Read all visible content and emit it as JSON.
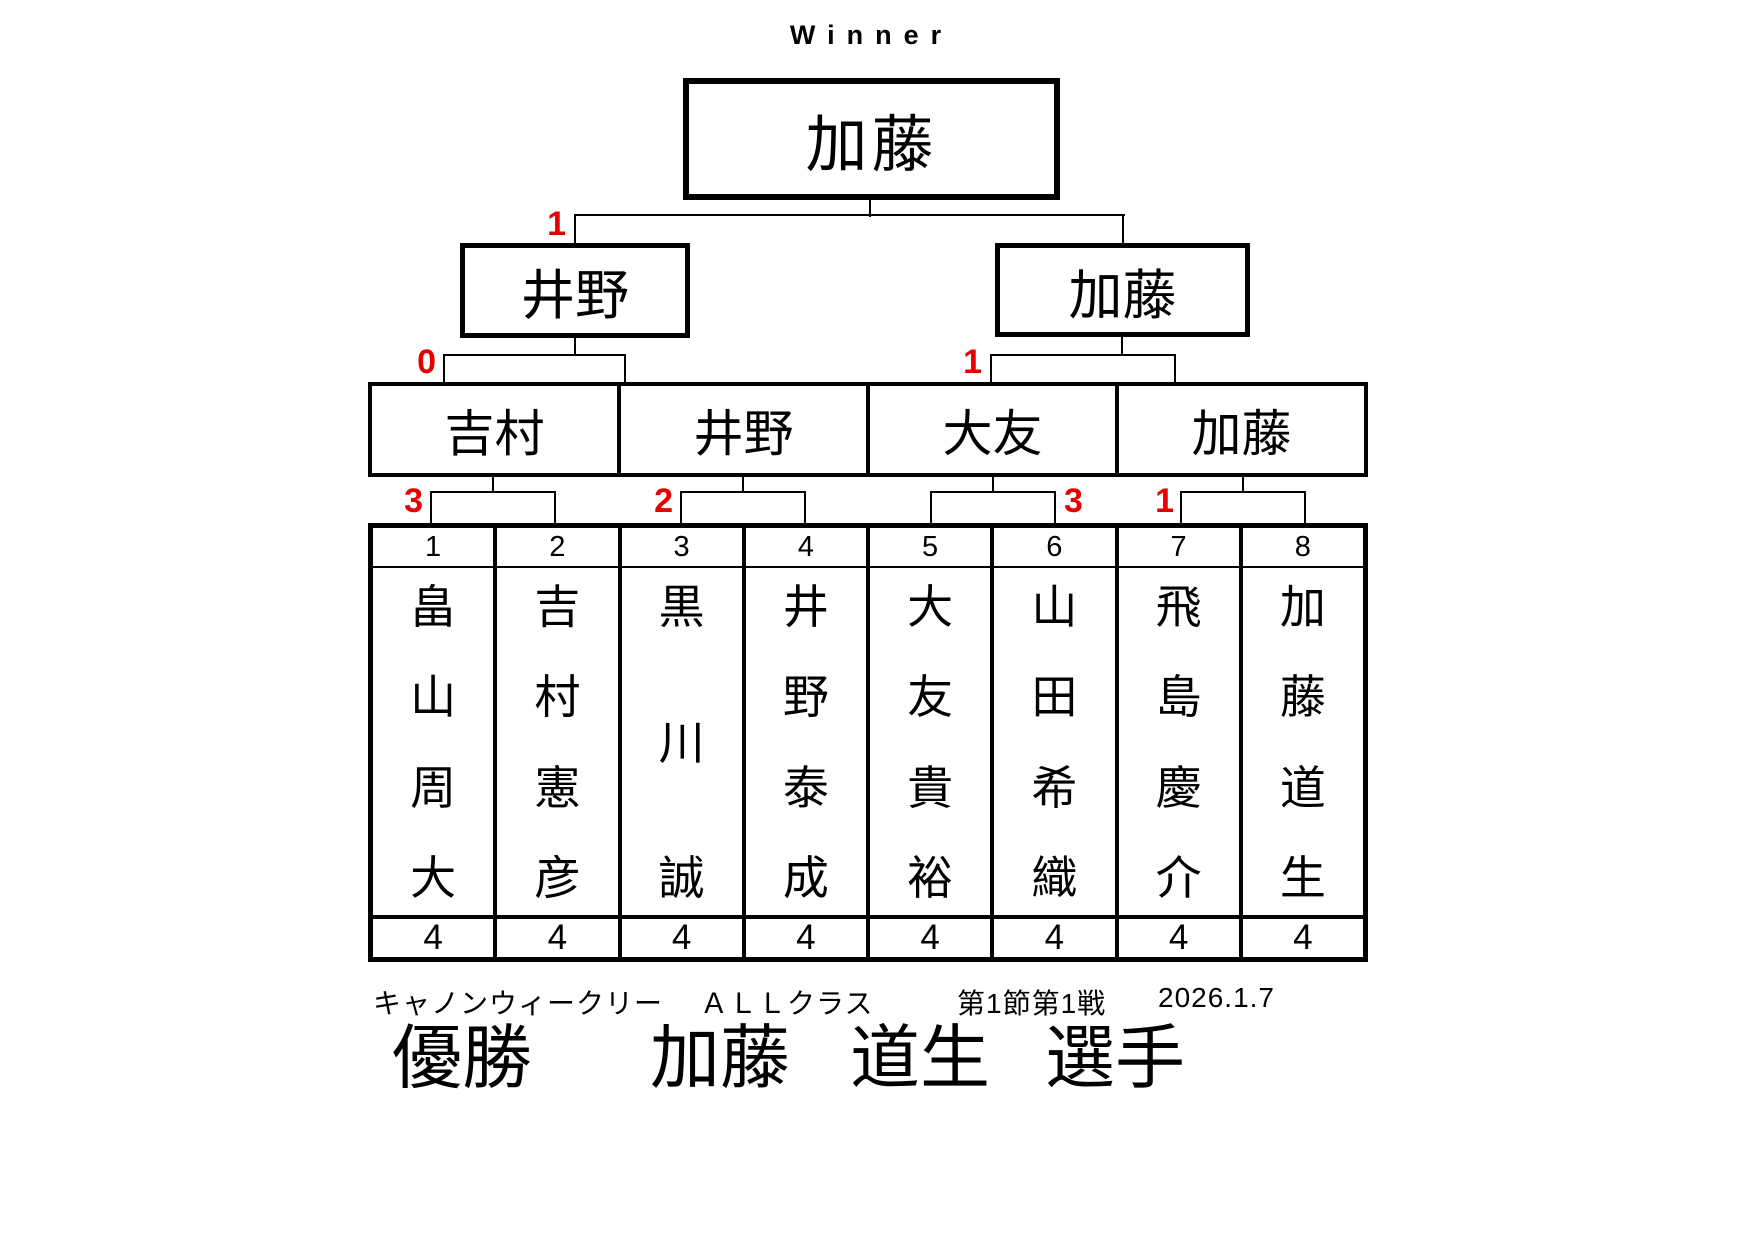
{
  "winner_label": "Winner",
  "colors": {
    "accent_red": "#e60000",
    "line": "#000000",
    "background": "#ffffff"
  },
  "final": {
    "winner_name": "加藤"
  },
  "semifinal": {
    "left": {
      "name": "井野",
      "score_badge": "1"
    },
    "right": {
      "name": "加藤"
    }
  },
  "quarterfinal": {
    "left_badge": "0",
    "right_badge": "1",
    "boxes": [
      {
        "name": "吉村"
      },
      {
        "name": "井野"
      },
      {
        "name": "大友"
      },
      {
        "name": "加藤"
      }
    ]
  },
  "round1": {
    "badges": [
      {
        "value": "3",
        "position": "left-of-match-1-2"
      },
      {
        "value": "2",
        "position": "left-of-match-3-4"
      },
      {
        "value": "3",
        "position": "right-of-match-5-6"
      },
      {
        "value": "1",
        "position": "left-of-match-7-8"
      }
    ]
  },
  "players": [
    {
      "no": "1",
      "name": "畠山周大",
      "score": "4"
    },
    {
      "no": "2",
      "name": "吉村憲彦",
      "score": "4"
    },
    {
      "no": "3",
      "name": "黒川誠",
      "score": "4"
    },
    {
      "no": "4",
      "name": "井野泰成",
      "score": "4"
    },
    {
      "no": "5",
      "name": "大友貴裕",
      "score": "4"
    },
    {
      "no": "6",
      "name": "山田希織",
      "score": "4"
    },
    {
      "no": "7",
      "name": "飛島慶介",
      "score": "4"
    },
    {
      "no": "8",
      "name": "加藤道生",
      "score": "4"
    }
  ],
  "footer": {
    "series": "キャノンウィークリー",
    "class_label": "ＡＬＬクラス",
    "round_label": "第1節第1戦",
    "date": "2026.1.7"
  },
  "champion": {
    "prefix": "優勝",
    "family_name": "加藤",
    "given_name": "道生",
    "suffix": "選手"
  }
}
